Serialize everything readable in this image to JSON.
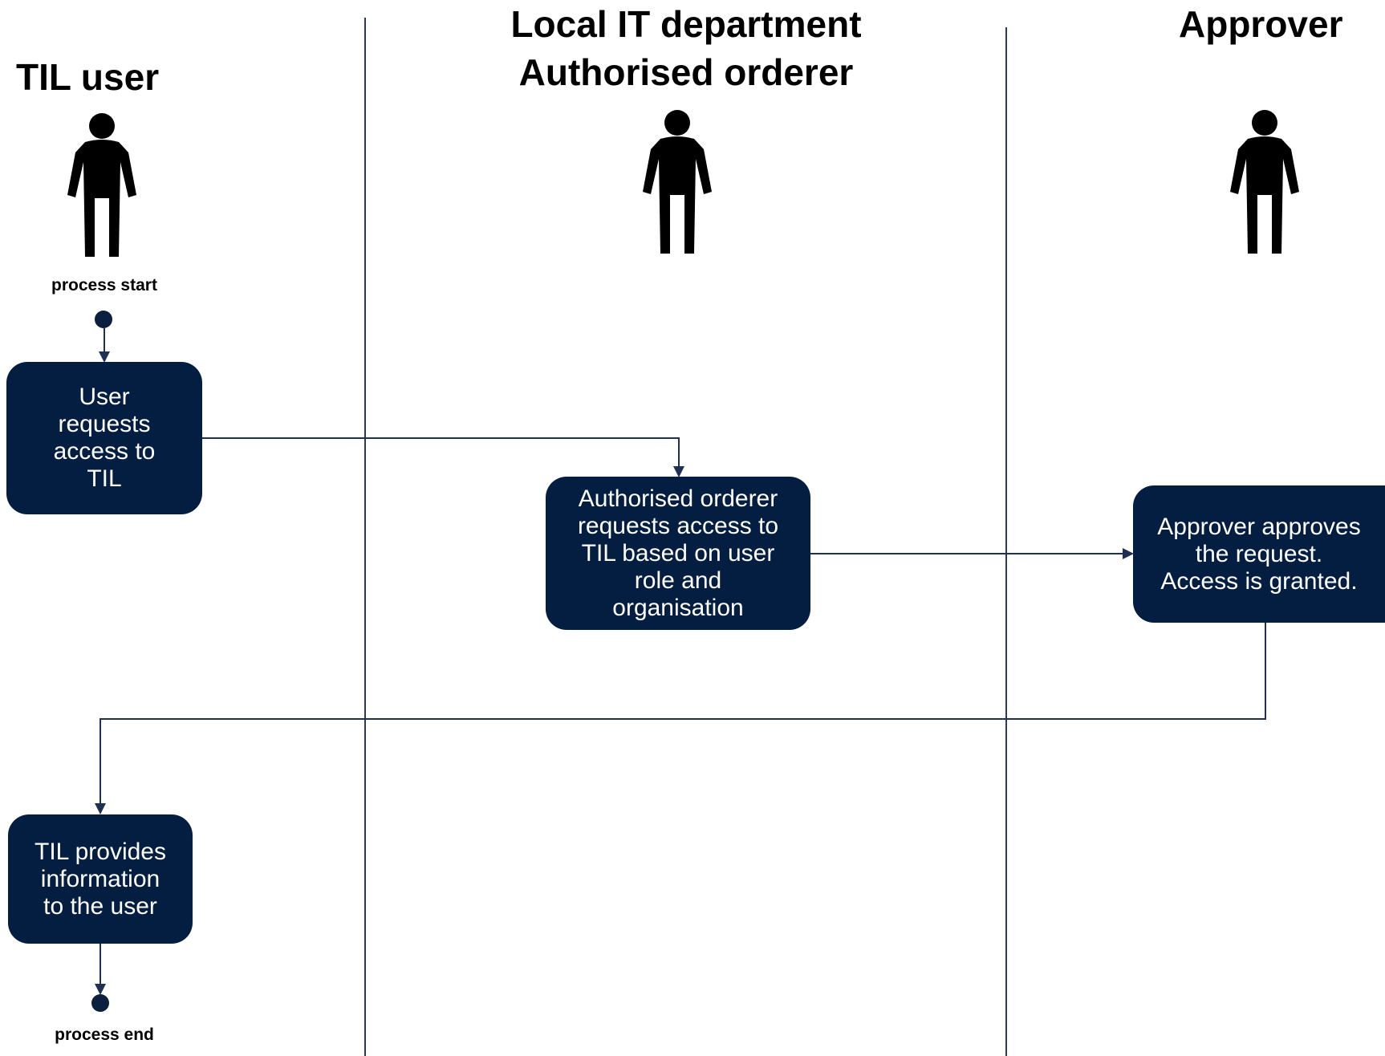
{
  "lanes": [
    {
      "id": "til-user",
      "title_lines": [
        "TIL user"
      ]
    },
    {
      "id": "local-it",
      "title_lines": [
        "Local IT department",
        "Authorised orderer"
      ]
    },
    {
      "id": "approver",
      "title_lines": [
        "Approver"
      ]
    }
  ],
  "markers": {
    "start_label": "process start",
    "end_label": "process end"
  },
  "nodes": {
    "user_request": [
      "User",
      "requests",
      "access to",
      "TIL"
    ],
    "orderer_request": [
      "Authorised orderer",
      "requests access to",
      "TIL based on user",
      "role and",
      "organisation"
    ],
    "approver_approves": [
      "Approver approves",
      "the request.",
      "Access is granted."
    ],
    "til_provides": [
      "TIL provides",
      "information",
      "to the user"
    ]
  },
  "colors": {
    "node_fill": "#041e42",
    "node_text": "#ffffff",
    "connector": "#1f3152",
    "divider": "#2c3a55",
    "actor": "#000000"
  },
  "icons": {
    "actor": "person-silhouette-icon",
    "start": "filled-circle-icon",
    "end": "filled-circle-icon"
  }
}
